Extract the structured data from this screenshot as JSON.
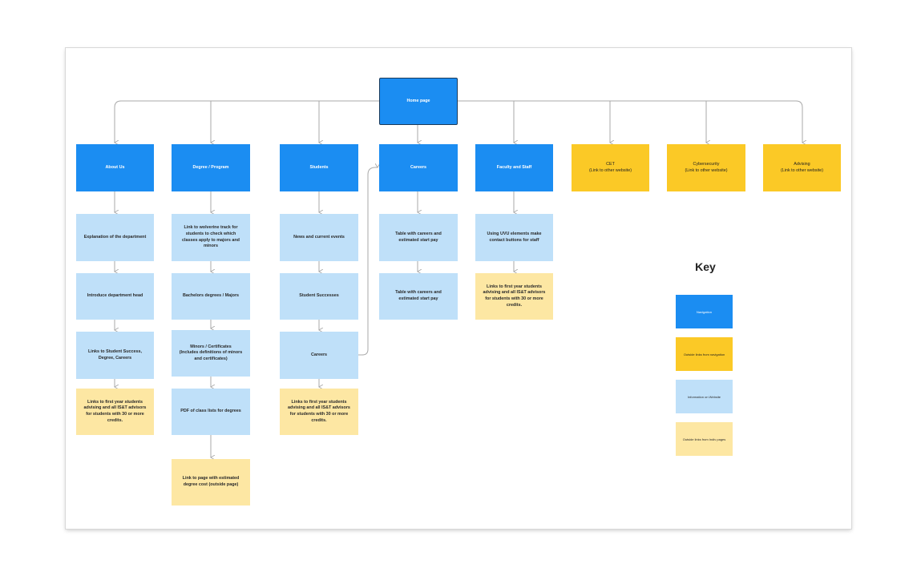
{
  "home": "Home page",
  "nav": {
    "about": "About Us",
    "degree": "Degree / Program",
    "students": "Students",
    "careers": "Careers",
    "faculty": "Faculty and Staff"
  },
  "external": {
    "cet": "CET\n(Link to other website)",
    "cyber": "Cybersecurity\n(Link to other website)",
    "advising": "Advising\n(Link to other website)"
  },
  "about_col": {
    "a1": "Explanation of the department",
    "a2": "Introduce department head",
    "a3": "Links to Student Success, Degree, Careers",
    "a4": "Links to first year students advising and all IS&T advisors for students with 30 or more credits."
  },
  "degree_col": {
    "d1": "Link to wolverine track for students to check which classes apply to majors and minors",
    "d2": "Bachelors degrees / Majors",
    "d3": "Minors / Certificates\n(Includes definitions of minors and certificates)",
    "d4": "PDF of class lists for degrees",
    "d5": "Link to page with estimated degree cost (outside page)"
  },
  "students_col": {
    "s1": "News and current events",
    "s2": "Student Successes",
    "s3": "Careers",
    "s4": "Links to first year students advising and all IS&T advisors for students with 30 or more credits."
  },
  "careers_col": {
    "c1": "Table with careers and estimated start pay",
    "c2": "Table with careers and estimated start pay"
  },
  "faculty_col": {
    "f1": "Using UVU elements make contact buttons for staff",
    "f2": "Links to first year students advising and all IS&T advisors for students with 30 or more credits."
  },
  "key": {
    "title": "Key",
    "navigation": "Navigation",
    "external": "Outside links from navigation",
    "info": "Information on Website",
    "links": "Outside links from Indiv pages"
  },
  "colors": {
    "navigation": "#1b8df2",
    "external": "#fbc926",
    "information": "#bfe0f9",
    "outside_links": "#fde7a3",
    "connector": "#a9a9a9"
  }
}
